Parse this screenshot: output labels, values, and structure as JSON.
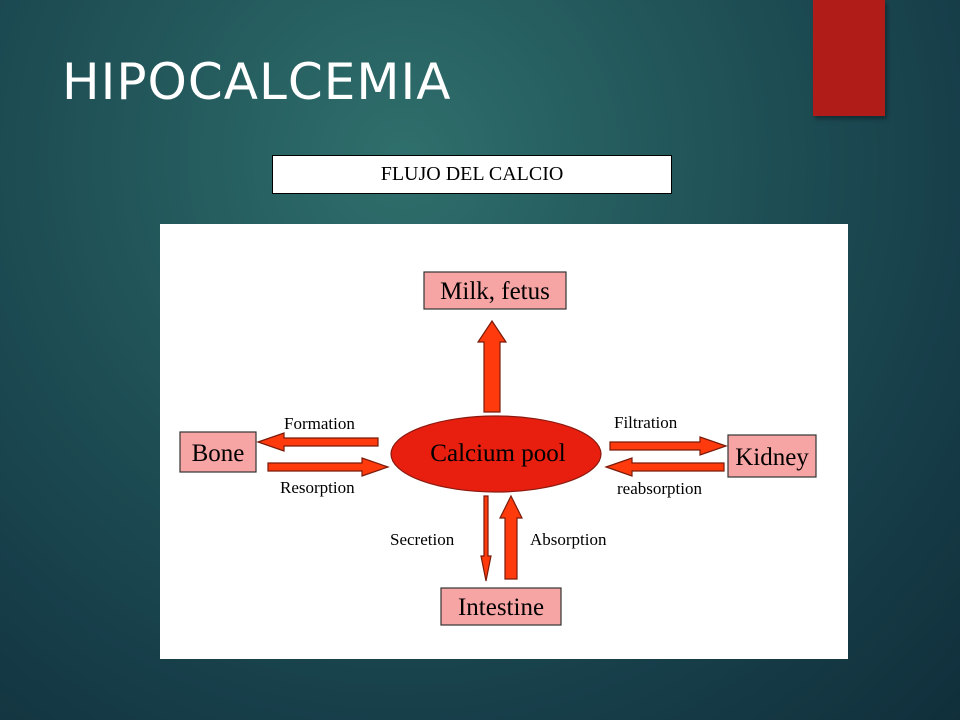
{
  "slide": {
    "title": "HIPOCALCEMIA",
    "caption": "FLUJO DEL CALCIO",
    "accent_color": "#b01c17"
  },
  "diagram": {
    "colors": {
      "node_fill": "#f7a4a4",
      "pool_fill": "#e81e0f",
      "arrow_fill": "#ff3a0d",
      "arrow_stroke": "#7a1a0a"
    },
    "nodes": {
      "milk": "Milk, fetus",
      "bone": "Bone",
      "kidney": "Kidney",
      "intestine": "Intestine",
      "pool": "Calcium pool"
    },
    "flows": {
      "formation": "Formation",
      "resorption": "Resorption",
      "filtration": "Filtration",
      "reabsorption": "reabsorption",
      "secretion": "Secretion",
      "absorption": "Absorption"
    }
  }
}
